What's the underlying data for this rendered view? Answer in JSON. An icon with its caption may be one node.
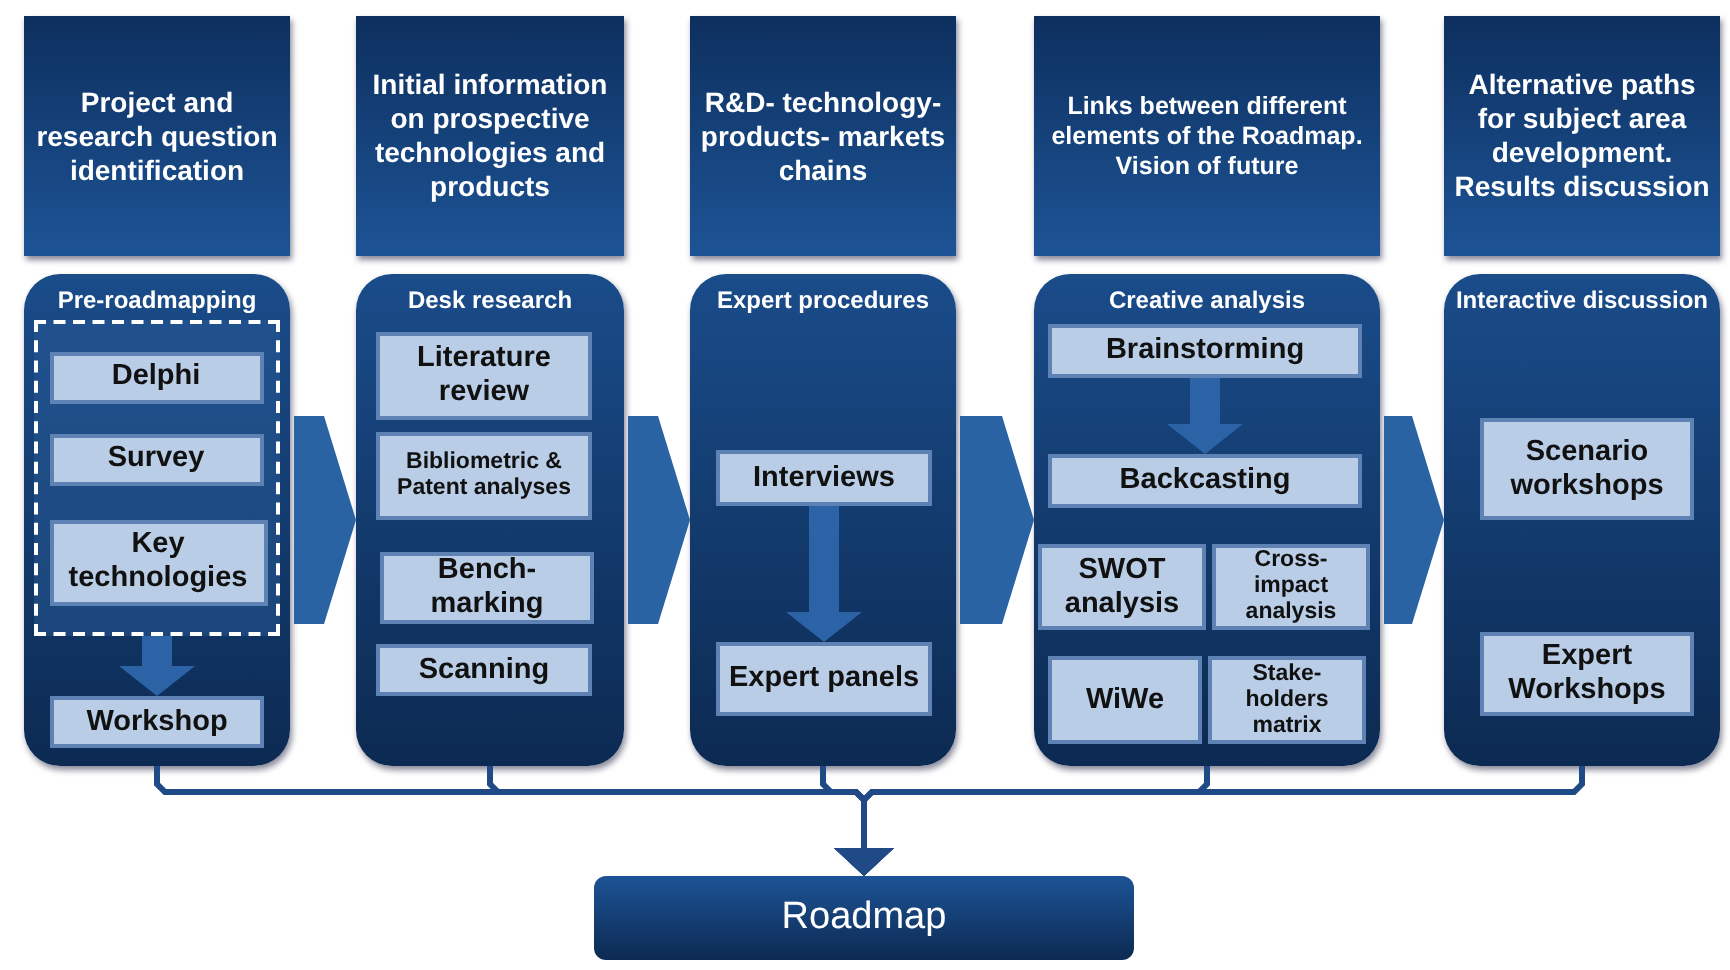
{
  "diagram": {
    "nodes": [
      {
        "text": [
          "Project and research question identification"
        ]
      },
      {
        "text": [
          "Initial information on prospective technologies and products"
        ]
      },
      {
        "text": [
          "R&D- technology- products- markets chains"
        ]
      },
      {
        "text": [
          "Links between different elements of the Roadmap. Vision of future"
        ]
      },
      {
        "text": [
          "Alternative paths for subject area development. Results discussion"
        ]
      },
      {
        "text": [
          "Pre-roadmapping"
        ]
      },
      {
        "text": [],
        "shape": "box",
        "in": 5
      },
      {
        "text": [
          "Delphi"
        ],
        "in": 6
      },
      {
        "text": [
          "Survey"
        ],
        "in": 6
      },
      {
        "text": [
          "Key technologies"
        ],
        "in": 6
      },
      {
        "text": [
          "Workshop"
        ],
        "in": 5
      },
      {
        "text": [
          "Desk research"
        ]
      },
      {
        "text": [
          "Literature review"
        ],
        "in": 11
      },
      {
        "text": [
          "Bibliometric & Patent analyses"
        ],
        "in": 11
      },
      {
        "text": [
          "Bench- marking"
        ],
        "in": 11
      },
      {
        "text": [
          "Scanning"
        ],
        "in": 11
      },
      {
        "text": [
          "Expert procedures"
        ]
      },
      {
        "text": [
          "Interviews"
        ],
        "in": 16
      },
      {
        "text": [
          "Expert panels"
        ],
        "in": 16
      },
      {
        "text": [
          "Creative analysis"
        ]
      },
      {
        "text": [
          "Brainstorming"
        ],
        "in": 19
      },
      {
        "text": [
          "Backcasting"
        ],
        "in": 19
      },
      {
        "text": [
          "SWOT analysis"
        ],
        "in": 19
      },
      {
        "text": [
          "Cross- impact analysis"
        ],
        "in": 19
      },
      {
        "text": [
          "WiWe"
        ],
        "in": 19
      },
      {
        "text": [
          "Stake- holders matrix"
        ],
        "in": 19
      },
      {
        "text": [
          "Interactive discussion"
        ]
      },
      {
        "text": [
          "Scenario workshops"
        ],
        "in": 26
      },
      {
        "text": [
          "Expert Workshops"
        ],
        "in": 26
      },
      {
        "text": [
          "Roadmap"
        ]
      }
    ],
    "edges": [
      {
        "from": 6,
        "to": 10,
        "arrow": "to"
      },
      {
        "from": 5,
        "to": 11,
        "arrow": "to",
        "style": "thick"
      },
      {
        "from": 11,
        "to": 16,
        "arrow": "to",
        "style": "thick"
      },
      {
        "from": 17,
        "to": 18,
        "arrow": "to"
      },
      {
        "from": 16,
        "to": 19,
        "arrow": "to",
        "style": "thick"
      },
      {
        "from": 20,
        "to": 21,
        "arrow": "to"
      },
      {
        "from": 19,
        "to": 26,
        "arrow": "to",
        "style": "thick"
      },
      {
        "from": 5,
        "to": 29,
        "arrow": "to"
      },
      {
        "from": 11,
        "to": 29,
        "arrow": "to"
      },
      {
        "from": 16,
        "to": 29,
        "arrow": "to"
      },
      {
        "from": 19,
        "to": 29,
        "arrow": "to"
      },
      {
        "from": 26,
        "to": 29,
        "arrow": "to"
      }
    ]
  }
}
